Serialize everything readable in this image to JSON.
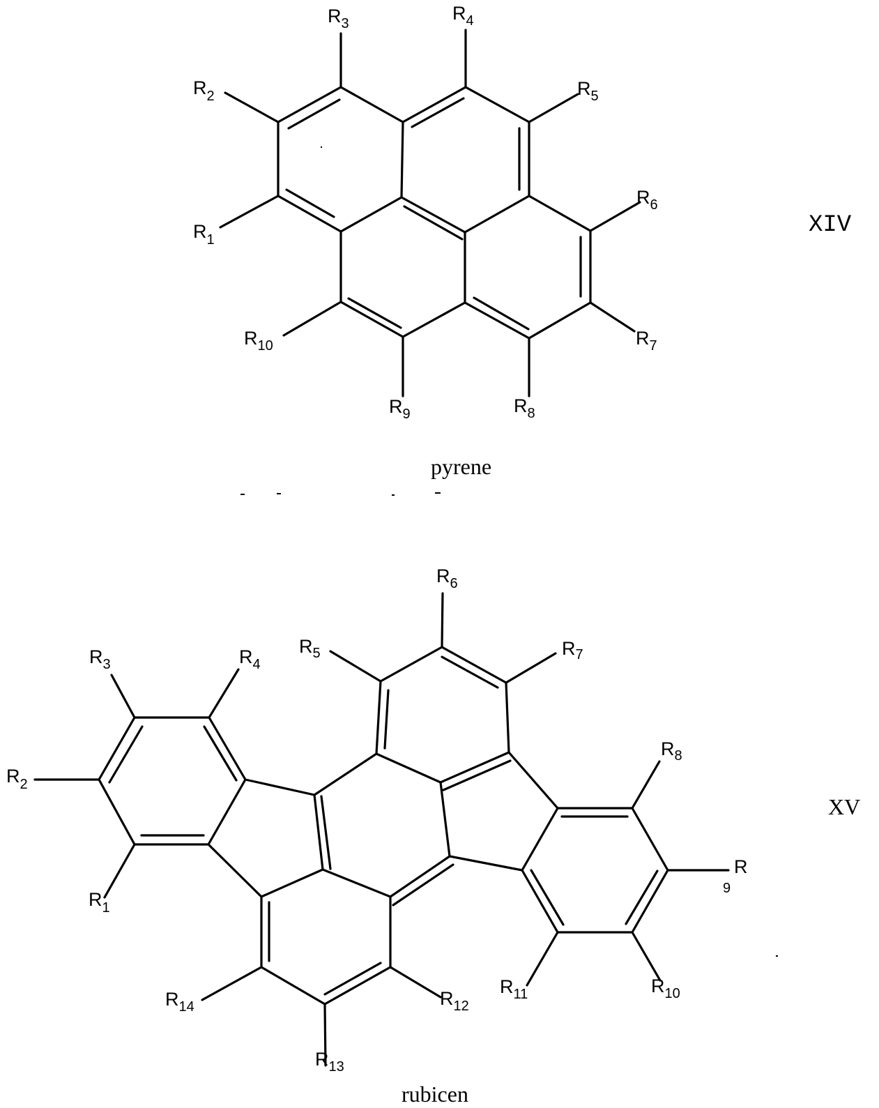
{
  "figures": [
    {
      "id": "XIV",
      "compound_name": "pyrene",
      "formula_number": "XIV",
      "substituents": [
        "R1",
        "R2",
        "R3",
        "R4",
        "R5",
        "R6",
        "R7",
        "R8",
        "R9",
        "R10"
      ],
      "labels": {
        "R1": {
          "base": "R",
          "sub": "1"
        },
        "R2": {
          "base": "R",
          "sub": "2"
        },
        "R3": {
          "base": "R",
          "sub": "3"
        },
        "R4": {
          "base": "R",
          "sub": "4"
        },
        "R5": {
          "base": "R",
          "sub": "5"
        },
        "R6": {
          "base": "R",
          "sub": "6"
        },
        "R7": {
          "base": "R",
          "sub": "7"
        },
        "R8": {
          "base": "R",
          "sub": "8"
        },
        "R9": {
          "base": "R",
          "sub": "9"
        },
        "R10": {
          "base": "R",
          "sub": "10"
        }
      }
    },
    {
      "id": "XV",
      "compound_name": "rubicen",
      "formula_number": "XV",
      "substituents": [
        "R1",
        "R2",
        "R3",
        "R4",
        "R5",
        "R6",
        "R7",
        "R8",
        "R9",
        "R10",
        "R11",
        "R12",
        "R13",
        "R14"
      ],
      "labels": {
        "R1": {
          "base": "R",
          "sub": "1"
        },
        "R2": {
          "base": "R",
          "sub": "2"
        },
        "R3": {
          "base": "R",
          "sub": "3"
        },
        "R4": {
          "base": "R",
          "sub": "4"
        },
        "R5": {
          "base": "R",
          "sub": "5"
        },
        "R6": {
          "base": "R",
          "sub": "6"
        },
        "R7": {
          "base": "R",
          "sub": "7"
        },
        "R8": {
          "base": "R",
          "sub": "8"
        },
        "R9": {
          "base": "R",
          "sub": "9"
        },
        "R10": {
          "base": "R",
          "sub": "10"
        },
        "R11": {
          "base": "R",
          "sub": "11"
        },
        "R12": {
          "base": "R",
          "sub": "12"
        },
        "R13": {
          "base": "R",
          "sub": "13"
        },
        "R14": {
          "base": "R",
          "sub": "14"
        }
      }
    }
  ]
}
